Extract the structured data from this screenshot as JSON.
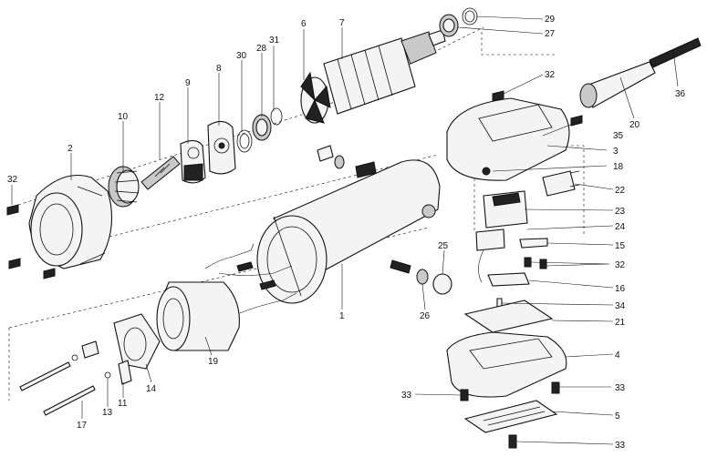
{
  "callouts": {
    "c1": "1",
    "c2": "2",
    "c3": "3",
    "c4": "4",
    "c5": "5",
    "c6": "6",
    "c7": "7",
    "c8": "8",
    "c9": "9",
    "c10": "10",
    "c11": "11",
    "c12": "12",
    "c13": "13",
    "c14": "14",
    "c15": "15",
    "c16": "16",
    "c17": "17",
    "c18": "18",
    "c19": "19",
    "c20": "20",
    "c21": "21",
    "c22": "22",
    "c23": "23",
    "c24": "24",
    "c25": "25",
    "c26": "26",
    "c27": "27",
    "c28": "28",
    "c29": "29",
    "c30": "30",
    "c31": "31",
    "c32a": "32",
    "c32b": "32",
    "c32c": "32",
    "c33a": "33",
    "c33b": "33",
    "c33c": "33",
    "c34": "34",
    "c35": "35",
    "c36": "36"
  }
}
